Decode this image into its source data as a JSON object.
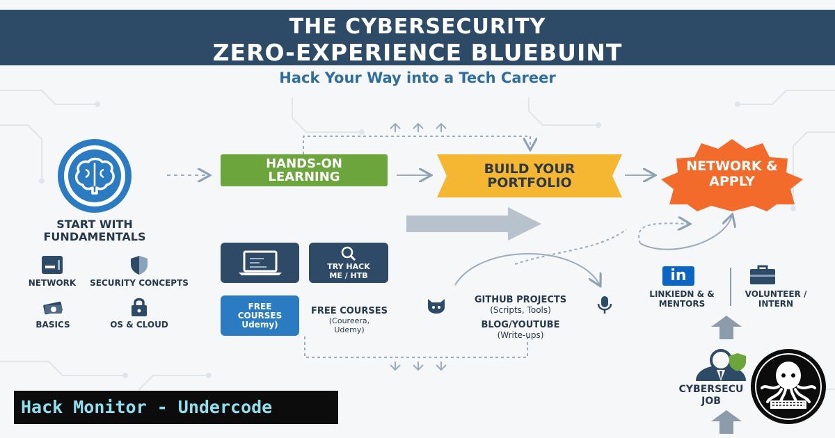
{
  "header": {
    "title_line1": "THE CYBERSECURITY",
    "title_line2": "ZERO-EXPERIENCE BLUEBUINT",
    "subtitle": "Hack Your Way into a Tech Career"
  },
  "fundamentals": {
    "label": "START WITH FUNDAMENTALS",
    "items": [
      {
        "label": "NETWORK",
        "icon": "server-icon"
      },
      {
        "label": "SECURITY CONCEPTS",
        "icon": "shield-icon"
      },
      {
        "label": "BASICS",
        "icon": "money-icon"
      },
      {
        "label": "OS & CLOUD",
        "icon": "lock-icon"
      }
    ]
  },
  "steps": {
    "hands_on": "HANDS-ON LEARNING",
    "portfolio": "BUILD YOUR PORTFOLIO",
    "network": "NETWORK & APPLY"
  },
  "learning": {
    "tryhackme": "TRY HACK ME / HTB",
    "free_courses_tile": "FREE COURSES Udemy)",
    "free_courses_title": "FREE COURSES",
    "free_courses_detail": "(Coureera, Udemy)"
  },
  "portfolio": {
    "github_title": "GITHUB PROJECTS",
    "github_detail": "(Scripts, Tools)",
    "blog_title": "BLOG/YOUTUBE",
    "blog_detail": "(Write-ups)"
  },
  "apply": {
    "linkedin_icon_text": "in",
    "linkedin": "LINKIEDN & & MENTORS",
    "volunteer": "VOLUNTEER / INTERN",
    "job": "CYBERSECU JOB"
  },
  "watermark": "Hack Monitor - Undercode",
  "colors": {
    "banner": "#2d4a66",
    "green": "#6ba53b",
    "yellow": "#f5b731",
    "orange": "#f26b2b",
    "tile_dark": "#2f4a66",
    "tile_blue": "#2b7bc2"
  }
}
